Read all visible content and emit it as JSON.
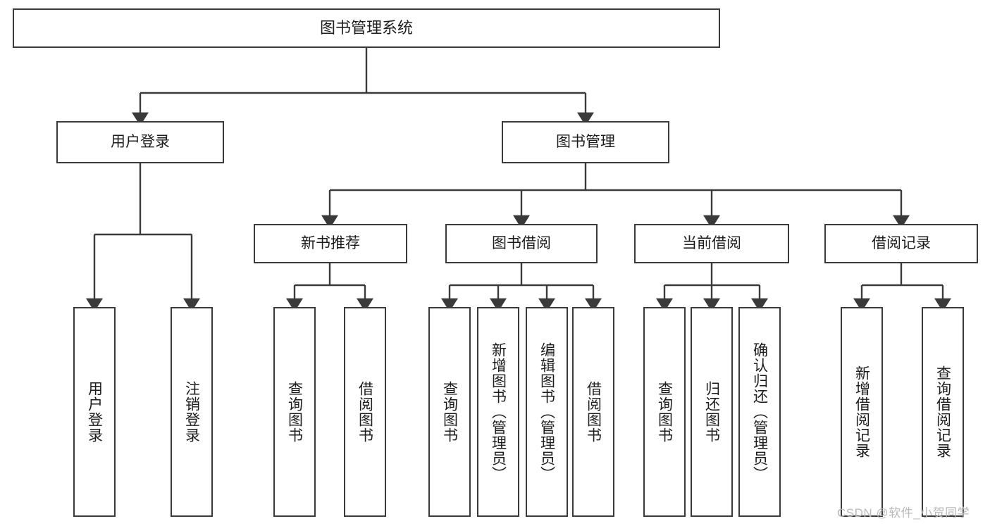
{
  "diagram": {
    "title": "图书管理系统",
    "type": "tree-hierarchy",
    "background": "#ffffff",
    "line_color": "#3a3a3a",
    "text_color": "#1c1c1c",
    "nodes": {
      "root": {
        "label": "图书管理系统"
      },
      "level1": [
        {
          "id": "user-login",
          "label": "用户登录"
        },
        {
          "id": "book-manage",
          "label": "图书管理"
        }
      ],
      "level2": [
        {
          "id": "new-book-recommend",
          "label": "新书推荐"
        },
        {
          "id": "book-borrow",
          "label": "图书借阅"
        },
        {
          "id": "current-borrow",
          "label": "当前借阅"
        },
        {
          "id": "borrow-record",
          "label": "借阅记录"
        }
      ],
      "leaves": {
        "user_login": [
          {
            "id": "leaf-user-login",
            "label": "用户登录"
          },
          {
            "id": "leaf-logout",
            "label": "注销登录"
          }
        ],
        "new_book_recommend": [
          {
            "id": "leaf-query-book-1",
            "label": "查询图书"
          },
          {
            "id": "leaf-borrow-book-1",
            "label": "借阅图书"
          }
        ],
        "book_borrow": [
          {
            "id": "leaf-query-book-2",
            "label": "查询图书"
          },
          {
            "id": "leaf-add-book",
            "label": "新增图书（管理员）"
          },
          {
            "id": "leaf-edit-book",
            "label": "编辑图书（管理员）"
          },
          {
            "id": "leaf-borrow-book-2",
            "label": "借阅图书"
          }
        ],
        "current_borrow": [
          {
            "id": "leaf-query-book-3",
            "label": "查询图书"
          },
          {
            "id": "leaf-return-book",
            "label": "归还图书"
          },
          {
            "id": "leaf-confirm-return",
            "label": "确认归还（管理员）"
          }
        ],
        "borrow_record": [
          {
            "id": "leaf-add-record",
            "label": "新增借阅记录"
          },
          {
            "id": "leaf-query-record",
            "label": "查询借阅记录"
          }
        ]
      }
    }
  },
  "watermark": {
    "text": "CSDN @软件_小贺同学",
    "color": "#b9b9b9"
  }
}
